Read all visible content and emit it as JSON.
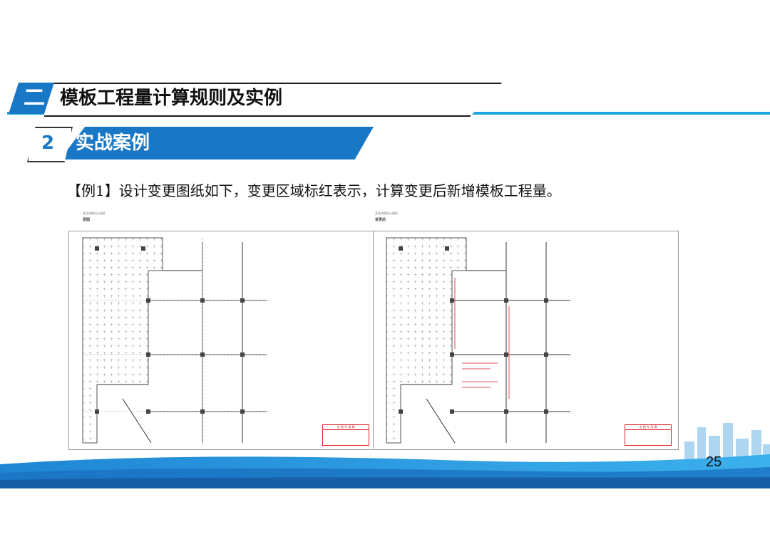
{
  "section1": {
    "number": "二",
    "title": "模板工程量计算规则及实例"
  },
  "section2": {
    "number": "2",
    "title": "实战案例"
  },
  "example_text": "【例1】设计变更图纸如下，变更区域标红表示，计算变更后新增模板工程量。",
  "drawing": {
    "left_header": "某住宅楼设计图纸",
    "left_title": "原图",
    "right_header": "某住宅楼设计图纸",
    "right_title": "变更后",
    "stamp_left": [
      "出 图 专 用 章"
    ],
    "stamp_right": [
      "出 图 专 用 章"
    ]
  },
  "page_number": "25",
  "colors": {
    "accent": "#1978c6",
    "line_blue": "#1ba6e0",
    "change_red": "#d22222"
  }
}
